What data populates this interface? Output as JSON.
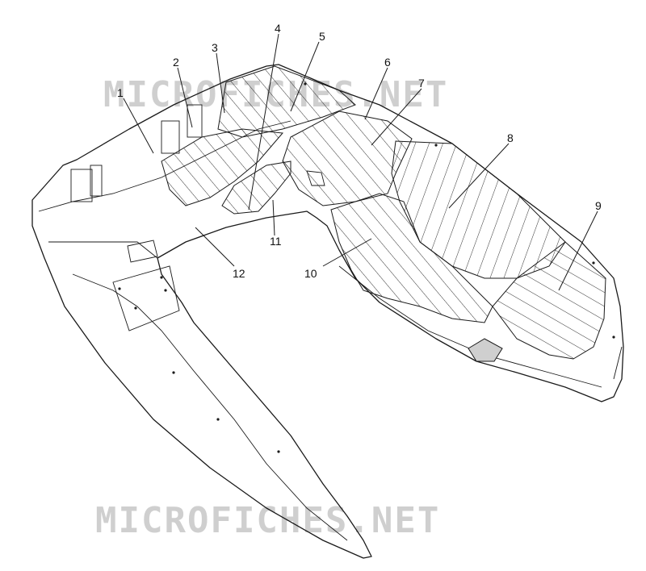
{
  "watermark": {
    "top": "MICROFICHES.NET",
    "bottom": "MICROFICHES.NET"
  },
  "callouts": [
    {
      "id": "1",
      "label": "1"
    },
    {
      "id": "2",
      "label": "2"
    },
    {
      "id": "3",
      "label": "3"
    },
    {
      "id": "4",
      "label": "4"
    },
    {
      "id": "5",
      "label": "5"
    },
    {
      "id": "6",
      "label": "6"
    },
    {
      "id": "7",
      "label": "7"
    },
    {
      "id": "8",
      "label": "8"
    },
    {
      "id": "9",
      "label": "9"
    },
    {
      "id": "10",
      "label": "10"
    },
    {
      "id": "11",
      "label": "11"
    },
    {
      "id": "12",
      "label": "12"
    }
  ],
  "colors": {
    "line": "#1a1a1a",
    "watermark": "#cfcfcf",
    "background": "#ffffff"
  }
}
